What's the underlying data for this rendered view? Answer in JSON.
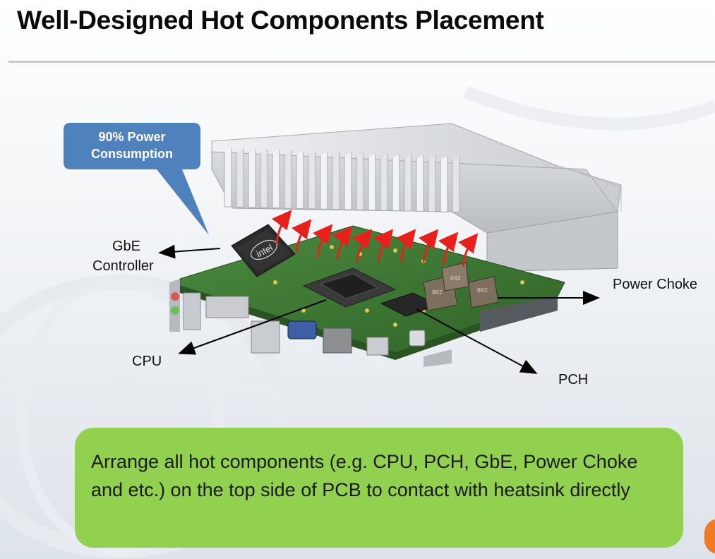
{
  "slide": {
    "title": "Well-Designed Hot Components Placement"
  },
  "callout": {
    "text_line1": "90% Power",
    "text_line2": "Consumption",
    "color": "#4f81bd"
  },
  "labels": {
    "gbe_line1": "GbE",
    "gbe_line2": "Controller",
    "cpu": "CPU",
    "power_choke": "Power Choke",
    "pch": "PCH"
  },
  "chip_markings": {
    "gbe_chip_brand": "intel",
    "choke_marking": "8R2"
  },
  "note": {
    "text": "Arrange all hot components (e.g. CPU, PCH, GbE, Power Choke and etc.) on the top side of PCB to contact with heatsink directly",
    "color": "#92d050"
  },
  "colors": {
    "pcb": "#3f7a34",
    "heatsink": "#dfe1e3",
    "heat_arrow": "#e8201b",
    "pointer": "#000000"
  }
}
